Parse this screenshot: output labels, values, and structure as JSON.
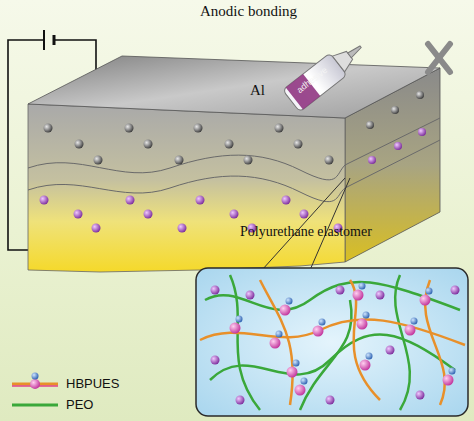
{
  "diagram": {
    "title": "Anodic bonding",
    "labels": [
      "Al",
      "Polyurethane elastomer",
      "adhesive"
    ],
    "legend": [
      {
        "text": "HBPUES"
      },
      {
        "text": "PEO"
      }
    ]
  }
}
